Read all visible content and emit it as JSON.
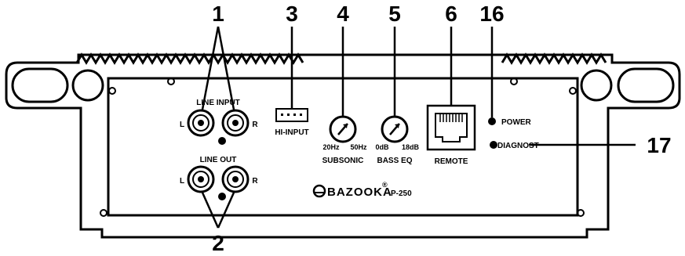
{
  "callouts": {
    "c1": "1",
    "c2": "2",
    "c3": "3",
    "c4": "4",
    "c5": "5",
    "c6": "6",
    "c16": "16",
    "c17": "17"
  },
  "labels": {
    "line_input": "LINE INPUT",
    "line_out": "LINE OUT",
    "left": "L",
    "right": "R",
    "hi_input": "HI-INPUT",
    "subsonic": "SUBSONIC",
    "subsonic_min": "20Hz",
    "subsonic_max": "50Hz",
    "bass_eq": "BASS EQ",
    "bass_eq_min": "0dB",
    "bass_eq_max": "18dB",
    "remote": "REMOTE",
    "power": "POWER",
    "diagnost": "DIAGNOST",
    "brand": "BAZOOKA",
    "brand_mark": "®",
    "model": "P-250"
  }
}
